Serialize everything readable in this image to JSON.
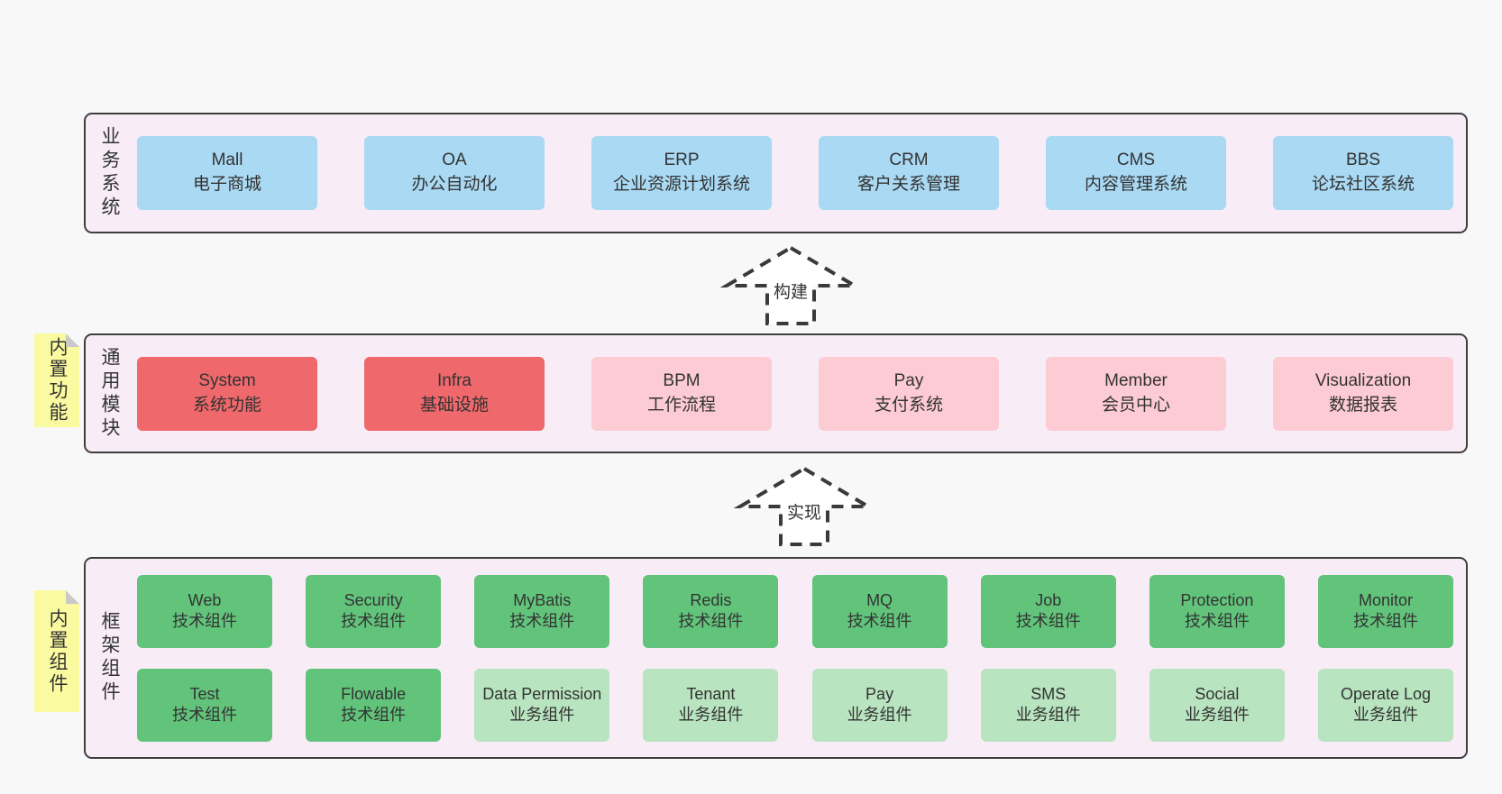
{
  "colors": {
    "page_bg": "#f8f8f8",
    "panel_bg": "#f8edf7",
    "panel_border": "#3f3f3f",
    "box_blue": "#a9d9f3",
    "box_red": "#ef686b",
    "box_pink": "#fccbd3",
    "box_green": "#62c47b",
    "box_light_green": "#b8e4bf",
    "sticky_bg": "#fafaa0",
    "sticky_fold": "#c9c9c9",
    "arrow_stroke": "#3a3a3a",
    "arrow_fill": "#ffffff",
    "text": "#333333"
  },
  "arrows": [
    {
      "label": "构建"
    },
    {
      "label": "实现"
    }
  ],
  "layers": [
    {
      "label": "业务系统",
      "sticky": "",
      "rows": [
        [
          {
            "name": "Mall",
            "desc": "电子商城",
            "variant": "blue"
          },
          {
            "name": "OA",
            "desc": "办公自动化",
            "variant": "blue"
          },
          {
            "name": "ERP",
            "desc": "企业资源计划系统",
            "variant": "blue"
          },
          {
            "name": "CRM",
            "desc": "客户关系管理",
            "variant": "blue"
          },
          {
            "name": "CMS",
            "desc": "内容管理系统",
            "variant": "blue"
          },
          {
            "name": "BBS",
            "desc": "论坛社区系统",
            "variant": "blue"
          }
        ]
      ]
    },
    {
      "label": "通用模块",
      "sticky": "内置功能",
      "rows": [
        [
          {
            "name": "System",
            "desc": "系统功能",
            "variant": "red"
          },
          {
            "name": "Infra",
            "desc": "基础设施",
            "variant": "red"
          },
          {
            "name": "BPM",
            "desc": "工作流程",
            "variant": "pink"
          },
          {
            "name": "Pay",
            "desc": "支付系统",
            "variant": "pink"
          },
          {
            "name": "Member",
            "desc": "会员中心",
            "variant": "pink"
          },
          {
            "name": "Visualization",
            "desc": "数据报表",
            "variant": "pink"
          }
        ]
      ]
    },
    {
      "label": "框架组件",
      "sticky": "内置组件",
      "rows": [
        [
          {
            "name": "Web",
            "desc": "技术组件",
            "variant": "green"
          },
          {
            "name": "Security",
            "desc": "技术组件",
            "variant": "green"
          },
          {
            "name": "MyBatis",
            "desc": "技术组件",
            "variant": "green"
          },
          {
            "name": "Redis",
            "desc": "技术组件",
            "variant": "green"
          },
          {
            "name": "MQ",
            "desc": "技术组件",
            "variant": "green"
          },
          {
            "name": "Job",
            "desc": "技术组件",
            "variant": "green"
          },
          {
            "name": "Protection",
            "desc": "技术组件",
            "variant": "green"
          },
          {
            "name": "Monitor",
            "desc": "技术组件",
            "variant": "green"
          }
        ],
        [
          {
            "name": "Test",
            "desc": "技术组件",
            "variant": "green"
          },
          {
            "name": "Flowable",
            "desc": "技术组件",
            "variant": "green"
          },
          {
            "name": "Data Permission",
            "desc": "业务组件",
            "variant": "light-green"
          },
          {
            "name": "Tenant",
            "desc": "业务组件",
            "variant": "light-green"
          },
          {
            "name": "Pay",
            "desc": "业务组件",
            "variant": "light-green"
          },
          {
            "name": "SMS",
            "desc": "业务组件",
            "variant": "light-green"
          },
          {
            "name": "Social",
            "desc": "业务组件",
            "variant": "light-green"
          },
          {
            "name": "Operate Log",
            "desc": "业务组件",
            "variant": "light-green"
          }
        ]
      ]
    }
  ]
}
